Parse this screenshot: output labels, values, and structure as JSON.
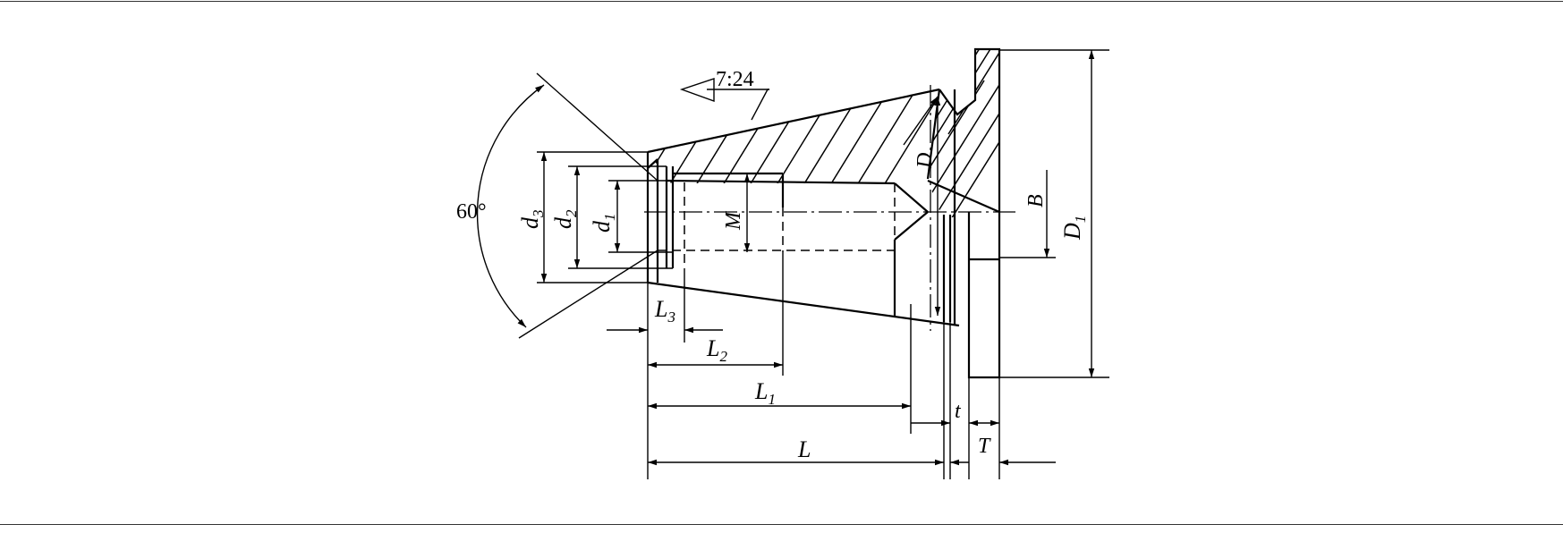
{
  "labels": {
    "angle": "60°",
    "taper": "7:24",
    "d3": "d",
    "d3_sub": "3",
    "d2": "d",
    "d2_sub": "2",
    "d1": "d",
    "d1_sub": "1",
    "M": "M",
    "D": "D",
    "B": "B",
    "D1": "D",
    "D1_sub": "1",
    "L3": "L",
    "L3_sub": "3",
    "L2": "L",
    "L2_sub": "2",
    "L1": "L",
    "L1_sub": "1",
    "L": "L",
    "t": "t",
    "T": "T"
  }
}
